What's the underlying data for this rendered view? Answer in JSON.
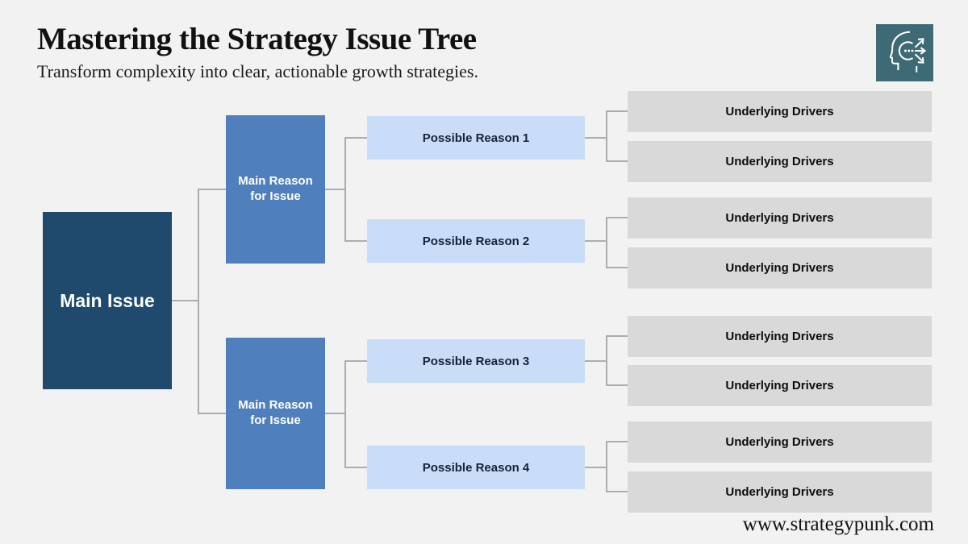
{
  "header": {
    "title": "Mastering the Strategy Issue Tree",
    "subtitle": "Transform complexity into clear, actionable growth strategies.",
    "logo_icon": "head-with-branching-arrows-icon"
  },
  "colors": {
    "background": "#f2f2f2",
    "main_issue": "#1f4a6d",
    "main_reason": "#4f80bd",
    "possible_reason": "#c9ddf8",
    "possible_reason_text": "#14233c",
    "underlying_driver": "#d9d9d9",
    "connector": "#adadad",
    "logo": "#3d6a74"
  },
  "tree": {
    "main_issue": "Main Issue",
    "branches": [
      {
        "label": "Main Reason for Issue",
        "reasons": [
          {
            "label": "Possible Reason 1",
            "drivers": [
              "Underlying Drivers",
              "Underlying Drivers"
            ]
          },
          {
            "label": "Possible Reason 2",
            "drivers": [
              "Underlying Drivers",
              "Underlying Drivers"
            ]
          }
        ]
      },
      {
        "label": "Main Reason for Issue",
        "reasons": [
          {
            "label": "Possible Reason 3",
            "drivers": [
              "Underlying Drivers",
              "Underlying Drivers"
            ]
          },
          {
            "label": "Possible Reason 4",
            "drivers": [
              "Underlying Drivers",
              "Underlying Drivers"
            ]
          }
        ]
      }
    ]
  },
  "footer": {
    "website": "www.strategypunk.com"
  }
}
